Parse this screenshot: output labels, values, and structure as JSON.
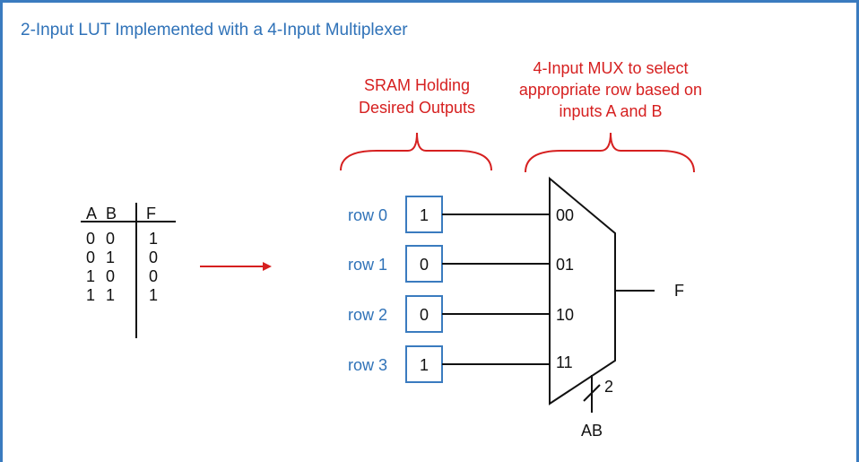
{
  "title": "2-Input LUT Implemented with a 4-Input Multiplexer",
  "truth_table": {
    "headers": [
      "A",
      "B",
      "F"
    ],
    "rows": [
      [
        "0",
        "0",
        "1"
      ],
      [
        "0",
        "1",
        "0"
      ],
      [
        "1",
        "0",
        "0"
      ],
      [
        "1",
        "1",
        "1"
      ]
    ]
  },
  "sram_label": [
    "SRAM Holding",
    "Desired Outputs"
  ],
  "mux_label": [
    "4-Input MUX to select",
    "appropriate row based on",
    "inputs A and B"
  ],
  "rows": [
    {
      "label": "row 0",
      "value": "1",
      "select": "00"
    },
    {
      "label": "row 1",
      "value": "0",
      "select": "01"
    },
    {
      "label": "row 2",
      "value": "0",
      "select": "10"
    },
    {
      "label": "row 3",
      "value": "1",
      "select": "11"
    }
  ],
  "output_label": "F",
  "select_label": "AB",
  "select_width": "2",
  "colors": {
    "title": "#2f72b8",
    "annotation": "#d62020",
    "row_label": "#2f72b8",
    "sram_border": "#3a7bbf",
    "arrow": "#d62020",
    "frame": "#3a7bbf"
  }
}
